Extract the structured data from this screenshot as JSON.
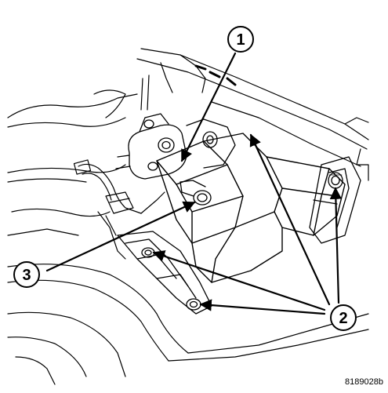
{
  "diagram": {
    "callouts": [
      {
        "id": "callout-1",
        "label": "1"
      },
      {
        "id": "callout-2",
        "label": "2"
      },
      {
        "id": "callout-3",
        "label": "3"
      }
    ],
    "figure_id": "8189028b"
  },
  "colors": {
    "line": "#000000",
    "background": "#ffffff"
  }
}
